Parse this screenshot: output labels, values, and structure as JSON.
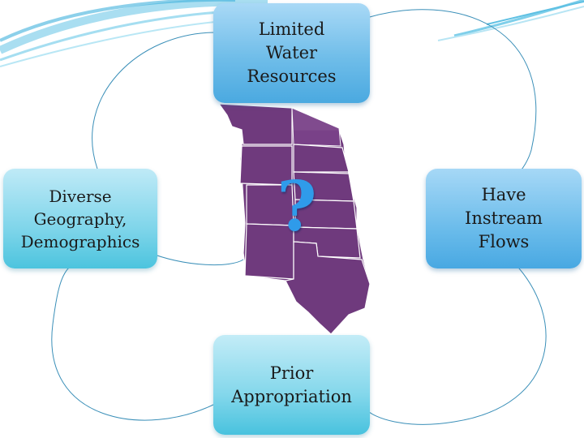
{
  "diagram": {
    "nodes": {
      "top": [
        "Limited",
        "Water",
        "Resources"
      ],
      "left": [
        "Diverse",
        "Geography,",
        "Demographics"
      ],
      "right": [
        "Have",
        "Instream",
        "Flows"
      ],
      "bottom": [
        "Prior",
        "Appropriation"
      ]
    },
    "center_symbol": "?",
    "colors": {
      "map_fill": "#6f3a7d",
      "state_borders": "#ffffff",
      "question_mark": "#2f9bea",
      "connector": "#3a8fb8"
    }
  }
}
